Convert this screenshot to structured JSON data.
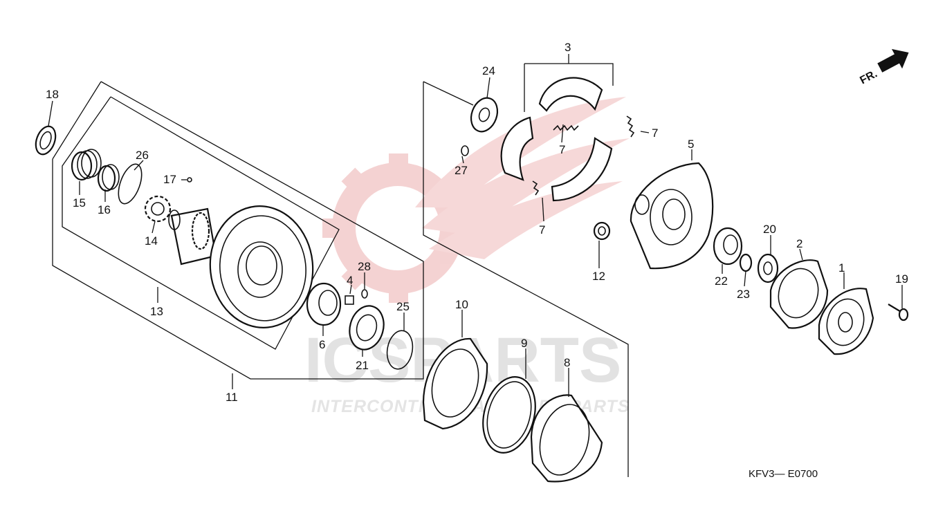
{
  "diagram_code": "KFV3— E0700",
  "direction_label": "FR.",
  "watermark": {
    "brand": "ICSPARTS",
    "tagline": "INTERCONTINENTAL SPARE PARTS"
  },
  "callouts": {
    "p1": "1",
    "p2": "2",
    "p3": "3",
    "p4": "4",
    "p5": "5",
    "p6": "6",
    "p7a": "7",
    "p7b": "7",
    "p7c": "7",
    "p8": "8",
    "p9": "9",
    "p10": "10",
    "p11": "11",
    "p12": "12",
    "p13": "13",
    "p14": "14",
    "p15": "15",
    "p16": "16",
    "p17": "17",
    "p18": "18",
    "p19": "19",
    "p20": "20",
    "p21": "21",
    "p22": "22",
    "p23": "23",
    "p24": "24",
    "p25": "25",
    "p26": "26",
    "p27": "27",
    "p28": "28"
  },
  "colors": {
    "line": "#111111",
    "watermark_gear": "#f3caca",
    "watermark_text": "#e2e2e2"
  },
  "icons": {
    "direction": "fr-arrow-icon"
  }
}
